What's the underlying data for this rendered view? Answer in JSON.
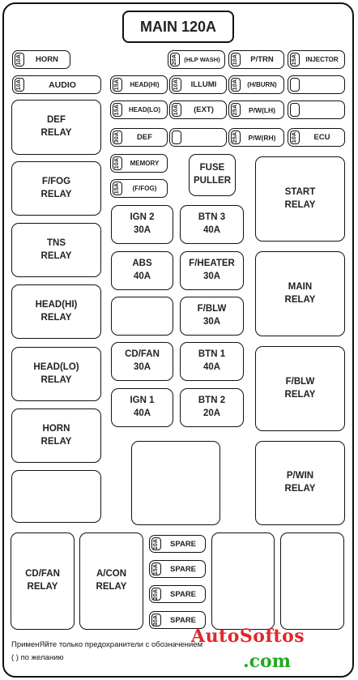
{
  "title": "MAIN 120A",
  "fuses": {
    "horn": {
      "label": "HORN",
      "amp": "10A"
    },
    "hlpwash": {
      "label": "(HLP WASH)",
      "amp": "20A"
    },
    "ptrn": {
      "label": "P/TRN",
      "amp": "10A"
    },
    "injector": {
      "label": "INJECTOR",
      "amp": "15A"
    },
    "audio": {
      "label": "AUDIO",
      "amp": "10A"
    },
    "headhi": {
      "label": "HEAD(HI)",
      "amp": "15A"
    },
    "illumi": {
      "label": "ILLUMI",
      "amp": "10A"
    },
    "hburn": {
      "label": "(H/BURN)",
      "amp": "10A"
    },
    "headlo": {
      "label": "HEAD(LO)",
      "amp": "15A"
    },
    "ext": {
      "label": "(EXT)",
      "amp": "10A"
    },
    "pwlh": {
      "label": "P/W(LH)",
      "amp": "25A"
    },
    "def": {
      "label": "DEF",
      "amp": "30A"
    },
    "pwrh": {
      "label": "P/W(RH)",
      "amp": "25A"
    },
    "ecu": {
      "label": "ECU",
      "amp": "10A"
    },
    "memory": {
      "label": "MEMORY",
      "amp": "10A"
    },
    "ffog": {
      "label": "(F/FOG)",
      "amp": "15A"
    },
    "spare1": {
      "label": "SPARE",
      "amp": "10A"
    },
    "spare2": {
      "label": "SPARE",
      "amp": "15A"
    },
    "spare3": {
      "label": "SPARE",
      "amp": "20A"
    },
    "spare4": {
      "label": "SPARE",
      "amp": "30A"
    }
  },
  "boxes": {
    "def_relay": "DEF\nRELAY",
    "ffog_relay": "F/FOG\nRELAY",
    "tns_relay": "TNS\nRELAY",
    "headhi_relay": "HEAD(HI)\nRELAY",
    "headlo_relay": "HEAD(LO)\nRELAY",
    "horn_relay": "HORN\nRELAY",
    "cdfan_relay": "CD/FAN\nRELAY",
    "acon_relay": "A/CON\nRELAY",
    "fuse_puller": "FUSE\nPULLER",
    "start_relay": "START\nRELAY",
    "main_relay": "MAIN\nRELAY",
    "fblw_relay": "F/BLW\nRELAY",
    "pwin_relay": "P/WIN\nRELAY",
    "ign2": "IGN 2\n30A",
    "btn3": "BTN 3\n40A",
    "abs": "ABS\n40A",
    "fheater": "F/HEATER\n30A",
    "fblw": "F/BLW\n30A",
    "cdfan": "CD/FAN\n30A",
    "btn1": "BTN 1\n40A",
    "ign1": "IGN 1\n40A",
    "btn2": "BTN 2\n20A"
  },
  "footer": {
    "line1": "ПрименЯйте только предохранители с обозначением",
    "line2": "( ) по желанию"
  },
  "watermark": {
    "line1": "AutoSoftos",
    "line2": ".com"
  }
}
